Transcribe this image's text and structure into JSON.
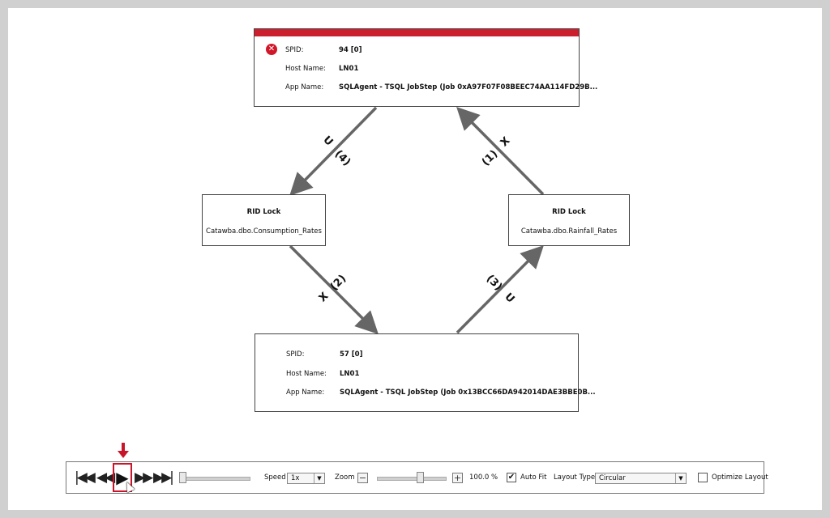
{
  "processes": [
    {
      "id": "process-top",
      "victim": true,
      "rows": [
        {
          "label": "SPID:",
          "value": "94 [0]"
        },
        {
          "label": "Host Name:",
          "value": "LN01"
        },
        {
          "label": "App Name:",
          "value": "SQLAgent - TSQL JobStep (Job 0xA97F07F08BEEC74AA114FD29B..."
        }
      ]
    },
    {
      "id": "process-bottom",
      "victim": false,
      "rows": [
        {
          "label": "SPID:",
          "value": "57 [0]"
        },
        {
          "label": "Host Name:",
          "value": "LN01"
        },
        {
          "label": "App Name:",
          "value": "SQLAgent - TSQL JobStep (Job 0x13BCC66DA942014DAE3BBE0B..."
        }
      ]
    }
  ],
  "locks": [
    {
      "title": "RID Lock",
      "resource": "Catawba.dbo.Consumption_Rates"
    },
    {
      "title": "RID Lock",
      "resource": "Catawba.dbo.Rainfall_Rates"
    }
  ],
  "edges": [
    {
      "order": "(4)",
      "mode": "U"
    },
    {
      "order": "(1)",
      "mode": "X"
    },
    {
      "order": "(2)",
      "mode": "X"
    },
    {
      "order": "(3)",
      "mode": "U"
    }
  ],
  "controls": {
    "speed_label": "Speed",
    "speed_value": "1x",
    "zoom_label": "Zoom",
    "zoom_value": "100.0 %",
    "auto_fit_label": "Auto Fit",
    "auto_fit_checked": true,
    "layout_type_label": "Layout Type",
    "layout_type_value": "Circular",
    "optimize_layout_label": "Optimize Layout",
    "optimize_layout_checked": false,
    "play_position": 0,
    "zoom_slider_position": 0.65
  },
  "colors": {
    "victim_red": "#cc1f2e",
    "highlight_red": "#c8152a",
    "edge_gray": "#666666"
  }
}
